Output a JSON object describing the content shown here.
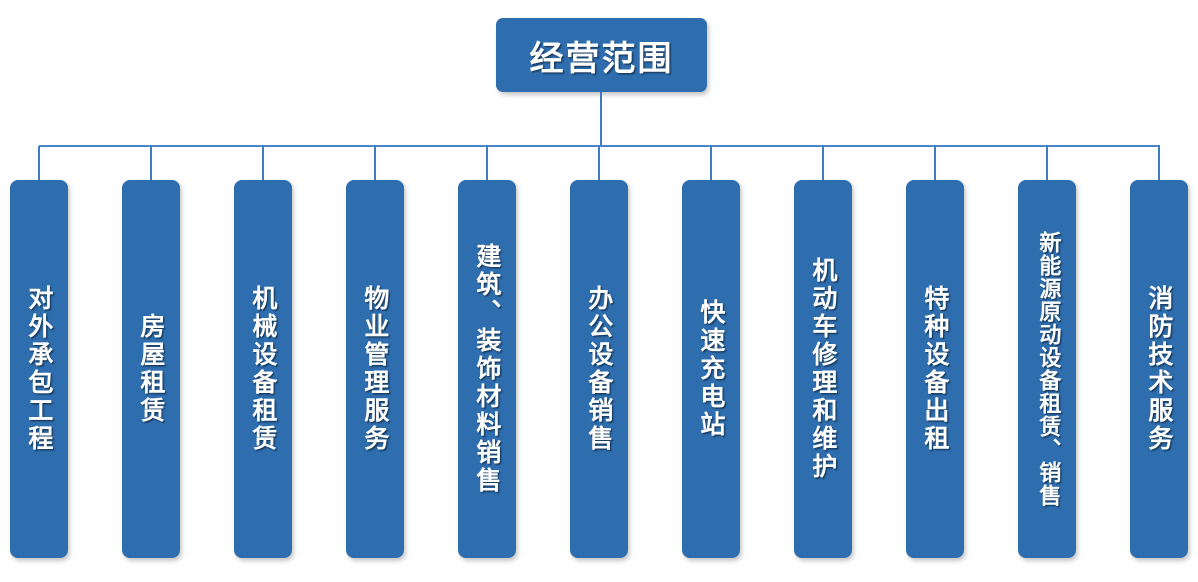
{
  "diagram": {
    "title": "经营范围",
    "type": "organization-chart",
    "orientation": "top-down",
    "colors": {
      "node_fill": "#2E6DAE",
      "node_text": "#FFFFFF",
      "connector": "#3E7BBF",
      "connector_bus": "#4A85C6",
      "background": "#FFFFFF"
    },
    "root": {
      "label": "经营范围"
    },
    "children": [
      {
        "label": "对外承包工程"
      },
      {
        "label": "房屋租赁"
      },
      {
        "label": "机械设备租赁"
      },
      {
        "label": "物业管理服务"
      },
      {
        "label": "建筑、装饰材料销售"
      },
      {
        "label": "办公设备销售"
      },
      {
        "label": "快速充电站"
      },
      {
        "label": "机动车修理和维护"
      },
      {
        "label": "特种设备出租"
      },
      {
        "label": "新能源原动设备租赁、销售"
      },
      {
        "label": "消防技术服务"
      }
    ]
  }
}
